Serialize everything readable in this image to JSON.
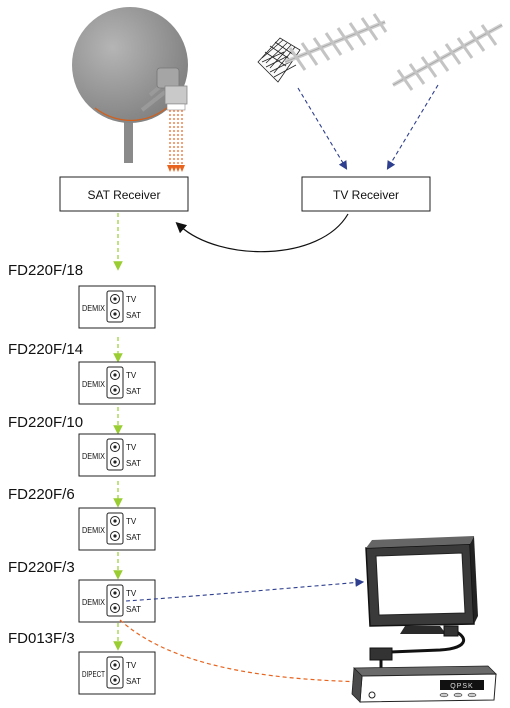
{
  "receivers": {
    "sat_label": "SAT Receiver",
    "tv_label": "TV Receiver"
  },
  "units": [
    {
      "model": "FD220F/18",
      "box_label": "DEMIX",
      "port_top": "TV",
      "port_bottom": "SAT"
    },
    {
      "model": "FD220F/14",
      "box_label": "DEMIX",
      "port_top": "TV",
      "port_bottom": "SAT"
    },
    {
      "model": "FD220F/10",
      "box_label": "DEMIX",
      "port_top": "TV",
      "port_bottom": "SAT"
    },
    {
      "model": "FD220F/6",
      "box_label": "DEMIX",
      "port_top": "TV",
      "port_bottom": "SAT"
    },
    {
      "model": "FD220F/3",
      "box_label": "DEMIX",
      "port_top": "TV",
      "port_bottom": "SAT"
    },
    {
      "model": "FD013F/3",
      "box_label": "DIPECT",
      "port_top": "TV",
      "port_bottom": "SAT"
    }
  ],
  "settop_display": "QPSK",
  "colors": {
    "sat_signal": "#e8641e",
    "tv_signal": "#2e3f8f",
    "trunk": "#9acd32",
    "box_border": "#222222"
  }
}
